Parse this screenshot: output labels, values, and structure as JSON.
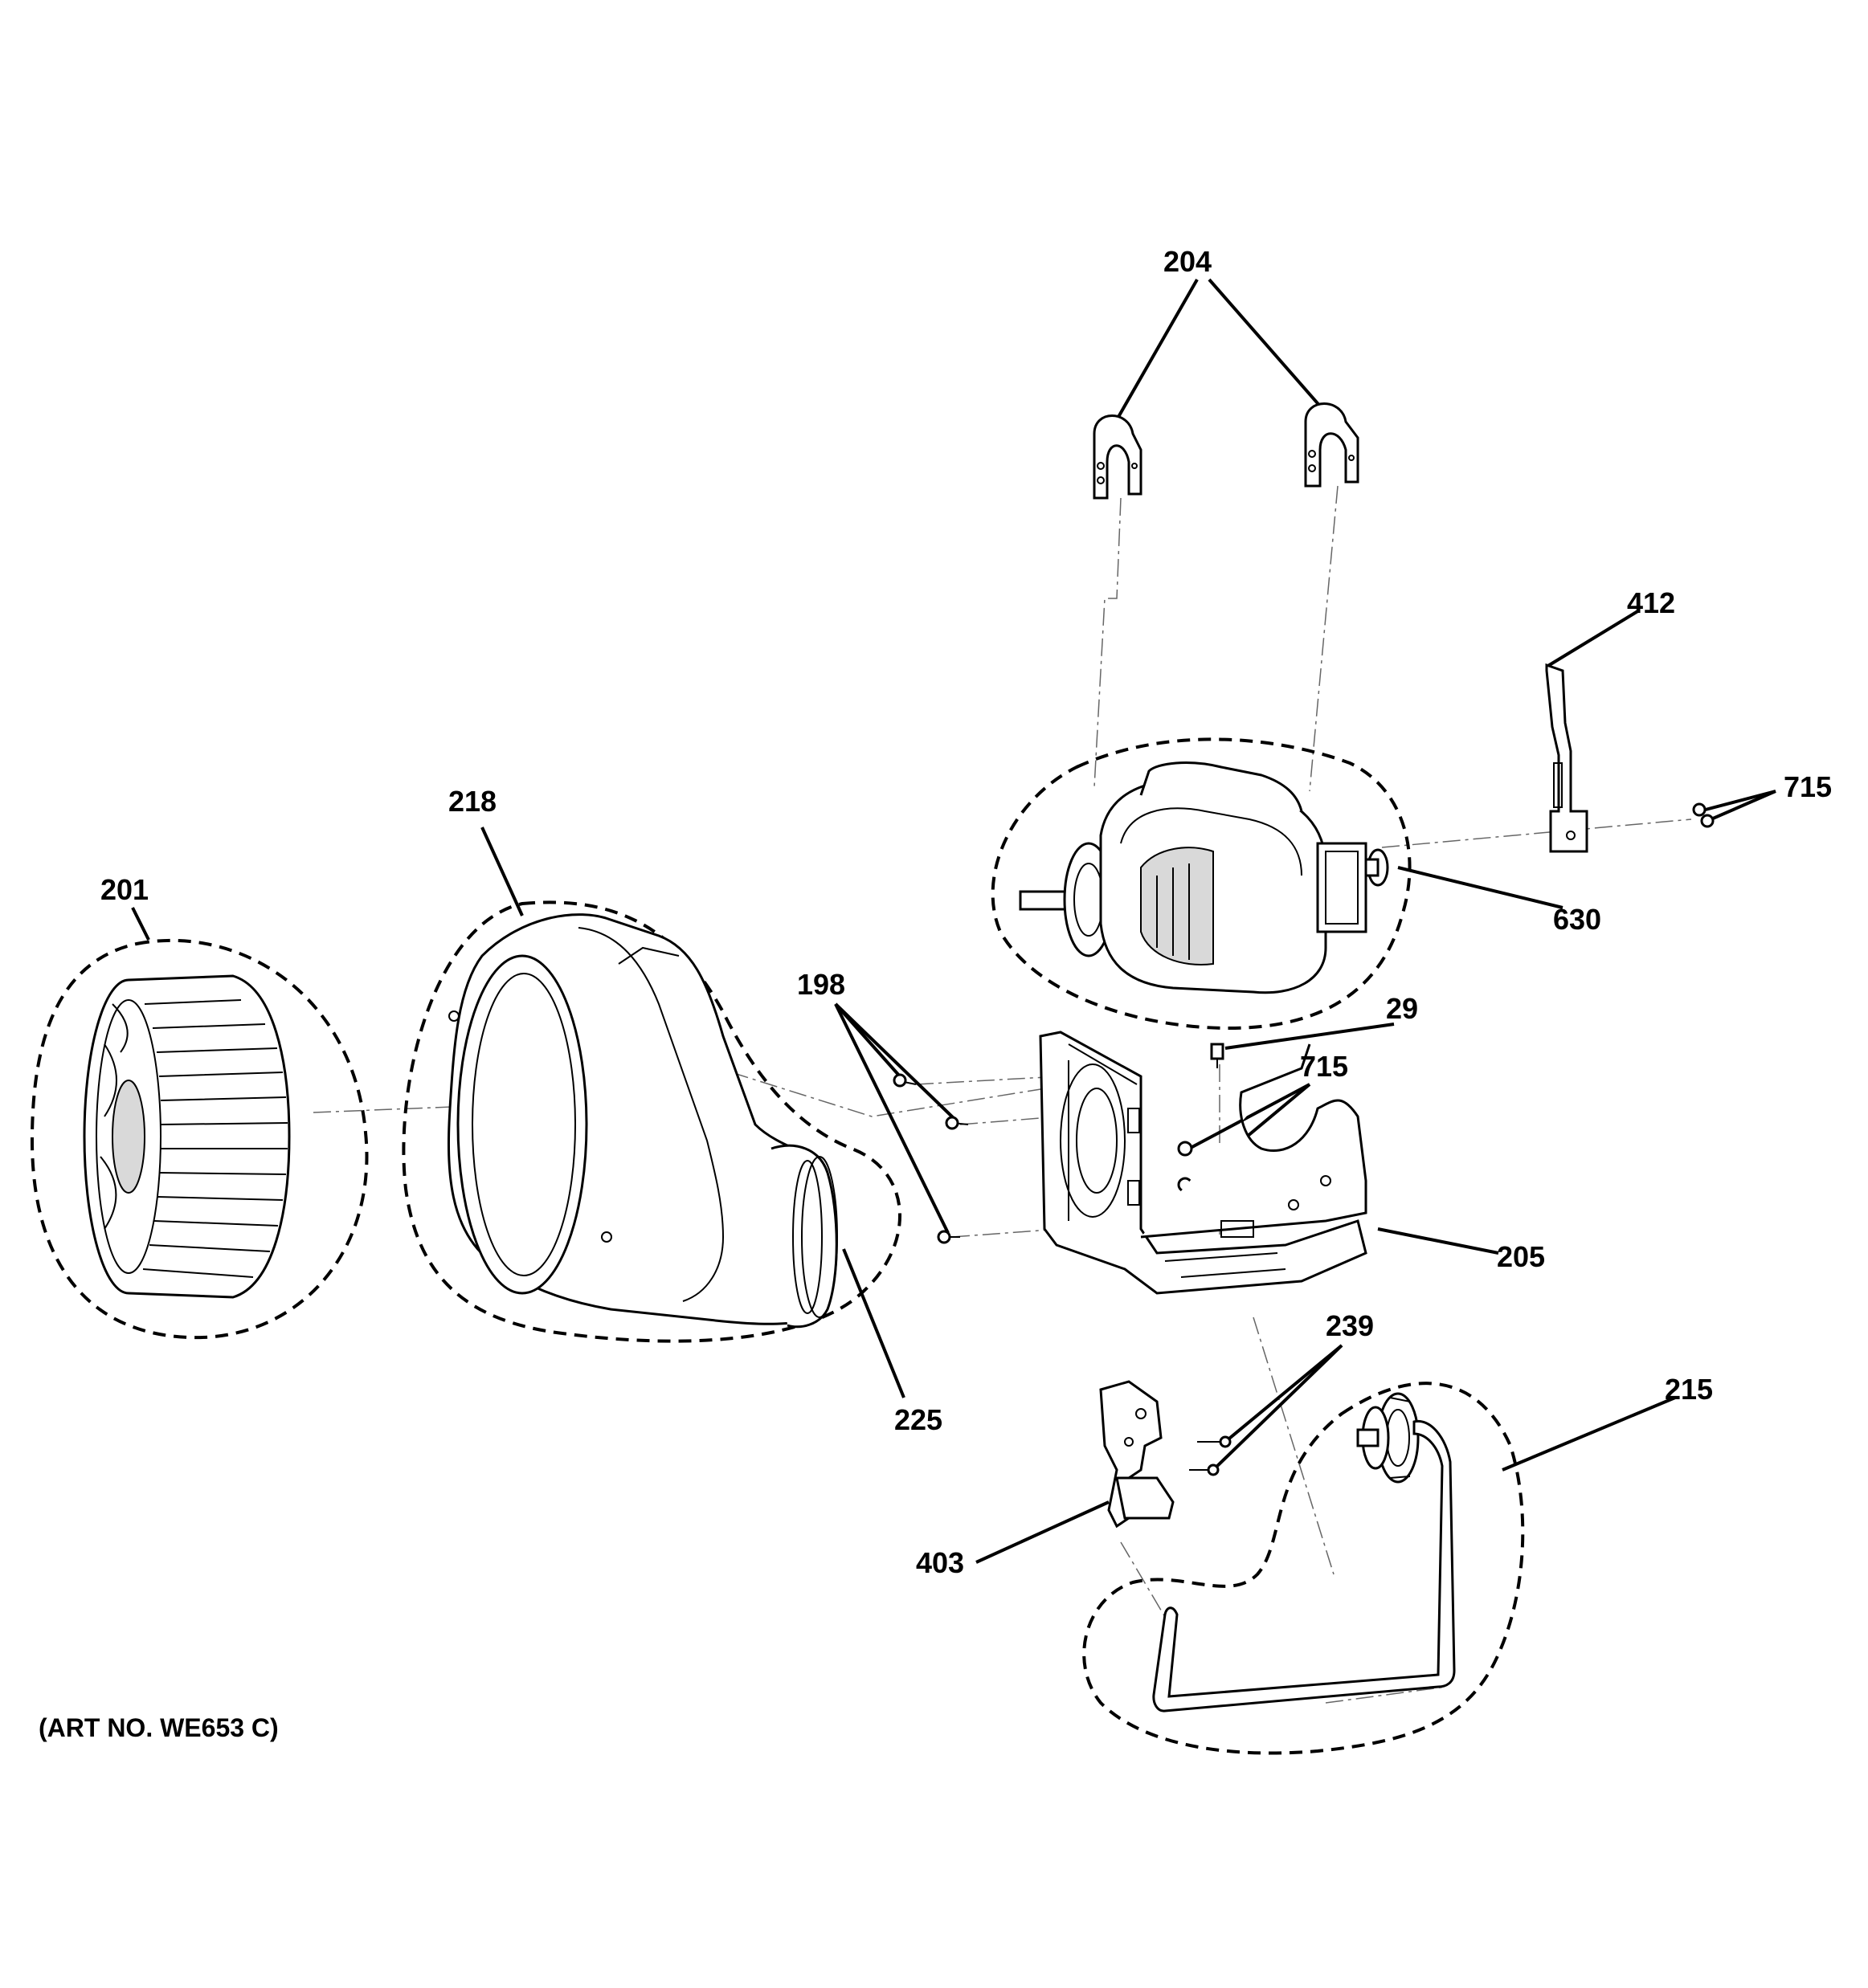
{
  "diagram": {
    "art_number": "(ART NO. WE653 C)",
    "callouts": {
      "c201": "201",
      "c218": "218",
      "c198": "198",
      "c204": "204",
      "c412": "412",
      "c715a": "715",
      "c630": "630",
      "c29": "29",
      "c715b": "715",
      "c205": "205",
      "c225": "225",
      "c239": "239",
      "c215": "215",
      "c403": "403"
    }
  }
}
